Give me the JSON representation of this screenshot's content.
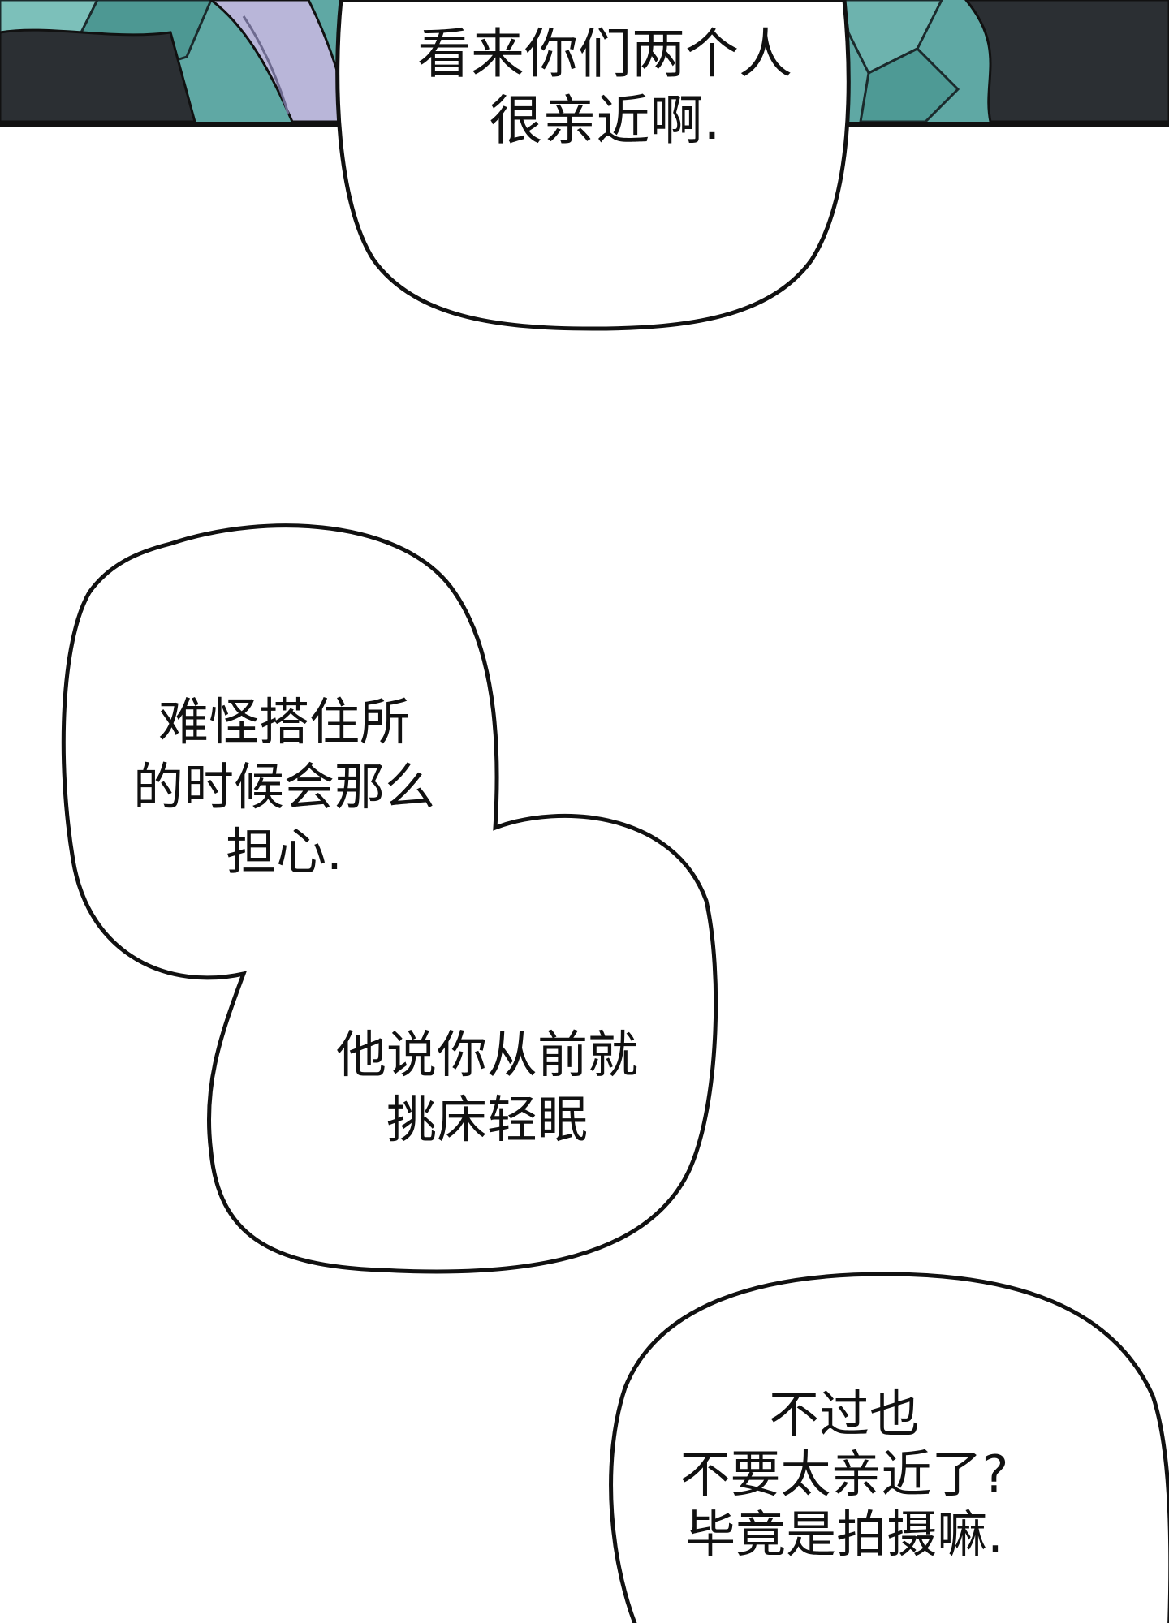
{
  "bubbles": [
    {
      "lines": [
        "看来你们两个人",
        "很亲近啊."
      ]
    },
    {
      "lines": [
        "难怪搭住所",
        "的时候会那么",
        "担心."
      ]
    },
    {
      "lines": [
        "他说你从前就",
        "挑床轻眠"
      ]
    },
    {
      "lines": [
        "不过也",
        "不要太亲近了?",
        "毕竟是拍摄嘛."
      ]
    }
  ],
  "colors": {
    "background": "#ffffff",
    "ink": "#111111",
    "panel_teal": "#5fa8a4",
    "panel_dark": "#2b2f33",
    "panel_lavender": "#b9b6d9"
  }
}
